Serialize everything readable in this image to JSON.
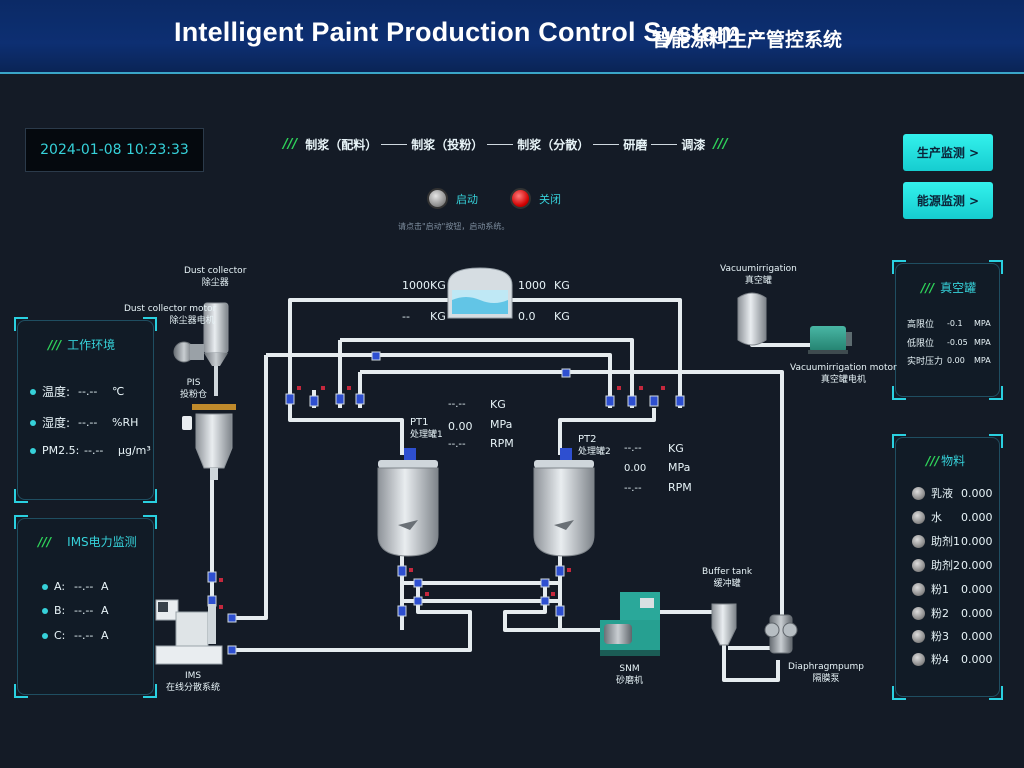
{
  "header": {
    "title_en": "Intelligent Paint Production Control System",
    "title_cn": "智能涂料生产管控系统"
  },
  "datetime": "2024-01-08 10:23:33",
  "process_flow": {
    "steps": [
      "制浆（配料）",
      "制浆（投粉）",
      "制浆（分散）",
      "研磨",
      "调漆"
    ]
  },
  "controls": {
    "start_label": "启动",
    "stop_label": "关闭",
    "hint": "请点击\"启动\"按钮，启动系统。"
  },
  "nav": {
    "production": "生产监测 >",
    "energy": "能源监测 >"
  },
  "env_panel": {
    "title": "工作环境",
    "rows": [
      {
        "label": "温度:",
        "value": "--.--",
        "unit": "℃"
      },
      {
        "label": "湿度:",
        "value": "--.--",
        "unit": "%RH"
      },
      {
        "label": "PM2.5:",
        "value": "--.--",
        "unit": "μg/m³"
      }
    ]
  },
  "ims_panel": {
    "title": "IMS电力监测",
    "rows": [
      {
        "label": "A:",
        "value": "--.--",
        "unit": "A"
      },
      {
        "label": "B:",
        "value": "--.--",
        "unit": "A"
      },
      {
        "label": "C:",
        "value": "--.--",
        "unit": "A"
      }
    ]
  },
  "vacuum_panel": {
    "title": "真空罐",
    "rows": [
      {
        "label": "高限位",
        "value": "-0.1",
        "unit": "MPA"
      },
      {
        "label": "低限位",
        "value": "-0.05",
        "unit": "MPA"
      },
      {
        "label": "实时压力",
        "value": "0.00",
        "unit": "MPA"
      }
    ]
  },
  "materials_panel": {
    "title": "物料",
    "items": [
      {
        "name": "乳液",
        "value": "0.000"
      },
      {
        "name": "水",
        "value": "0.000"
      },
      {
        "name": "助剂1",
        "value": "0.000"
      },
      {
        "name": "助剂2",
        "value": "0.000"
      },
      {
        "name": "粉1",
        "value": "0.000"
      },
      {
        "name": "粉2",
        "value": "0.000"
      },
      {
        "name": "粉3",
        "value": "0.000"
      },
      {
        "name": "粉4",
        "value": "0.000"
      }
    ]
  },
  "tank_top": {
    "left_weight": "1000",
    "left_unit": "KG",
    "left_value": "--",
    "left_value_unit": "KG",
    "right_weight": "1000",
    "right_unit": "KG",
    "right_value": "0.0",
    "right_value_unit": "KG"
  },
  "pt1": {
    "name": "PT1",
    "name_cn": "处理罐1",
    "values": [
      "--.--",
      "0.00",
      "--.--"
    ],
    "units": [
      "KG",
      "MPa",
      "RPM"
    ]
  },
  "pt2": {
    "name": "PT2",
    "name_cn": "处理罐2",
    "values": [
      "--.--",
      "0.00",
      "--.--"
    ],
    "units": [
      "KG",
      "MPa",
      "RPM"
    ]
  },
  "equipment": {
    "dust_collector": {
      "en": "Dust collector",
      "cn": "除尘器"
    },
    "dust_motor": {
      "en": "Dust collector motor",
      "cn": "除尘器电机"
    },
    "pis": {
      "en": "PIS",
      "cn": "投粉仓"
    },
    "vacuum": {
      "en": "Vacuumirrigation",
      "cn": "真空罐"
    },
    "vacuum_motor": {
      "en": "Vacuumirrigation motor",
      "cn": "真空罐电机"
    },
    "buffer": {
      "en": "Buffer tank",
      "cn": "缓冲罐"
    },
    "snm": {
      "en": "SNM",
      "cn": "砂磨机"
    },
    "diaphragm": {
      "en": "Diaphragmpump",
      "cn": "隔膜泵"
    },
    "ims": {
      "en": "IMS",
      "cn": "在线分散系统"
    }
  },
  "colors": {
    "accent": "#36d1d9",
    "button": "#22e0e0",
    "header": "#0b2a66",
    "bg": "#141b26",
    "pipe": "#e6ecef"
  }
}
